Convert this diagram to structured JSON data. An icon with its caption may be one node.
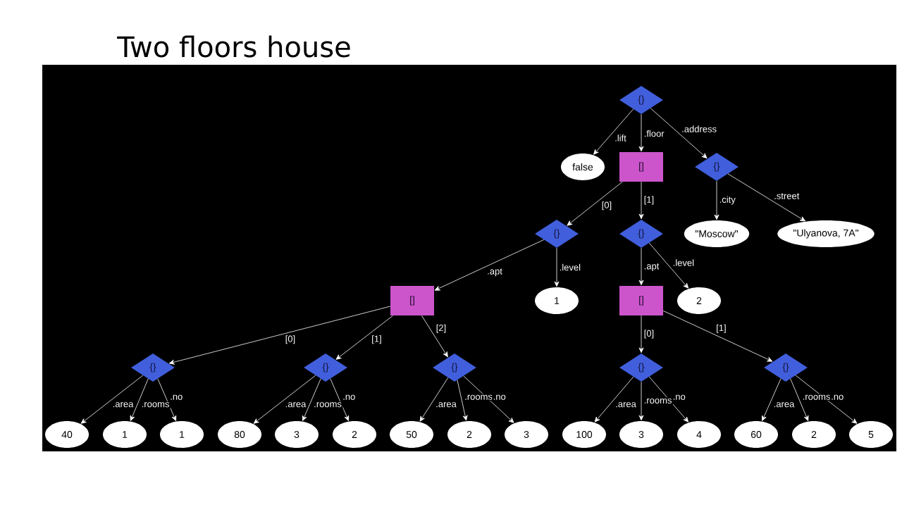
{
  "diagram": {
    "title": "Two floors house",
    "nodes": [
      {
        "text": [
          "{}"
        ]
      },
      {
        "text": [
          "false"
        ]
      },
      {
        "text": [
          "[]"
        ]
      },
      {
        "text": [
          "{}"
        ]
      },
      {
        "text": [
          "{}"
        ]
      },
      {
        "text": [
          "{}"
        ]
      },
      {
        "text": [
          "\"Moscow\""
        ]
      },
      {
        "text": [
          "\"Ulyanova, 7A\""
        ]
      },
      {
        "text": [
          "[]"
        ]
      },
      {
        "text": [
          "1"
        ]
      },
      {
        "text": [
          "[]"
        ]
      },
      {
        "text": [
          "2"
        ]
      },
      {
        "text": [
          "{}"
        ]
      },
      {
        "text": [
          "{}"
        ]
      },
      {
        "text": [
          "{}"
        ]
      },
      {
        "text": [
          "{}"
        ]
      },
      {
        "text": [
          "{}"
        ]
      },
      {
        "text": [
          "40"
        ]
      },
      {
        "text": [
          "1"
        ]
      },
      {
        "text": [
          "1"
        ]
      },
      {
        "text": [
          "80"
        ]
      },
      {
        "text": [
          "3"
        ]
      },
      {
        "text": [
          "2"
        ]
      },
      {
        "text": [
          "50"
        ]
      },
      {
        "text": [
          "2"
        ]
      },
      {
        "text": [
          "3"
        ]
      },
      {
        "text": [
          "100"
        ]
      },
      {
        "text": [
          "3"
        ]
      },
      {
        "text": [
          "4"
        ]
      },
      {
        "text": [
          "60"
        ]
      },
      {
        "text": [
          "2"
        ]
      },
      {
        "text": [
          "5"
        ]
      }
    ],
    "edges": [
      {
        "from": 0,
        "to": 1,
        "arrow": "to",
        "label": ".lift"
      },
      {
        "from": 0,
        "to": 2,
        "arrow": "to",
        "label": ".floor"
      },
      {
        "from": 0,
        "to": 3,
        "arrow": "to",
        "label": ".address"
      },
      {
        "from": 2,
        "to": 4,
        "arrow": "to",
        "label": "[0]"
      },
      {
        "from": 2,
        "to": 5,
        "arrow": "to",
        "label": "[1]"
      },
      {
        "from": 3,
        "to": 6,
        "arrow": "to",
        "label": ".city"
      },
      {
        "from": 3,
        "to": 7,
        "arrow": "to",
        "label": ".street"
      },
      {
        "from": 4,
        "to": 8,
        "arrow": "to",
        "label": ".apt"
      },
      {
        "from": 4,
        "to": 9,
        "arrow": "to",
        "label": ".level"
      },
      {
        "from": 5,
        "to": 10,
        "arrow": "to",
        "label": ".apt"
      },
      {
        "from": 5,
        "to": 11,
        "arrow": "to",
        "label": ".level"
      },
      {
        "from": 8,
        "to": 12,
        "arrow": "to",
        "label": "[0]"
      },
      {
        "from": 8,
        "to": 13,
        "arrow": "to",
        "label": "[1]"
      },
      {
        "from": 8,
        "to": 14,
        "arrow": "to",
        "label": "[2]"
      },
      {
        "from": 10,
        "to": 15,
        "arrow": "to",
        "label": "[0]"
      },
      {
        "from": 10,
        "to": 16,
        "arrow": "to",
        "label": "[1]"
      },
      {
        "from": 12,
        "to": 17,
        "arrow": "to",
        "label": ".area"
      },
      {
        "from": 12,
        "to": 18,
        "arrow": "to",
        "label": ".rooms"
      },
      {
        "from": 12,
        "to": 19,
        "arrow": "to",
        "label": ".no"
      },
      {
        "from": 13,
        "to": 20,
        "arrow": "to",
        "label": ".area"
      },
      {
        "from": 13,
        "to": 21,
        "arrow": "to",
        "label": ".rooms"
      },
      {
        "from": 13,
        "to": 22,
        "arrow": "to",
        "label": ".no"
      },
      {
        "from": 14,
        "to": 23,
        "arrow": "to",
        "label": ".area"
      },
      {
        "from": 14,
        "to": 24,
        "arrow": "to",
        "label": ".rooms"
      },
      {
        "from": 14,
        "to": 25,
        "arrow": "to",
        "label": ".no"
      },
      {
        "from": 15,
        "to": 26,
        "arrow": "to",
        "label": ".area"
      },
      {
        "from": 15,
        "to": 27,
        "arrow": "to",
        "label": ".rooms"
      },
      {
        "from": 15,
        "to": 28,
        "arrow": "to",
        "label": ".no"
      },
      {
        "from": 16,
        "to": 29,
        "arrow": "to",
        "label": ".area"
      },
      {
        "from": 16,
        "to": 30,
        "arrow": "to",
        "label": ".rooms"
      },
      {
        "from": 16,
        "to": 31,
        "arrow": "to",
        "label": ".no"
      }
    ]
  }
}
